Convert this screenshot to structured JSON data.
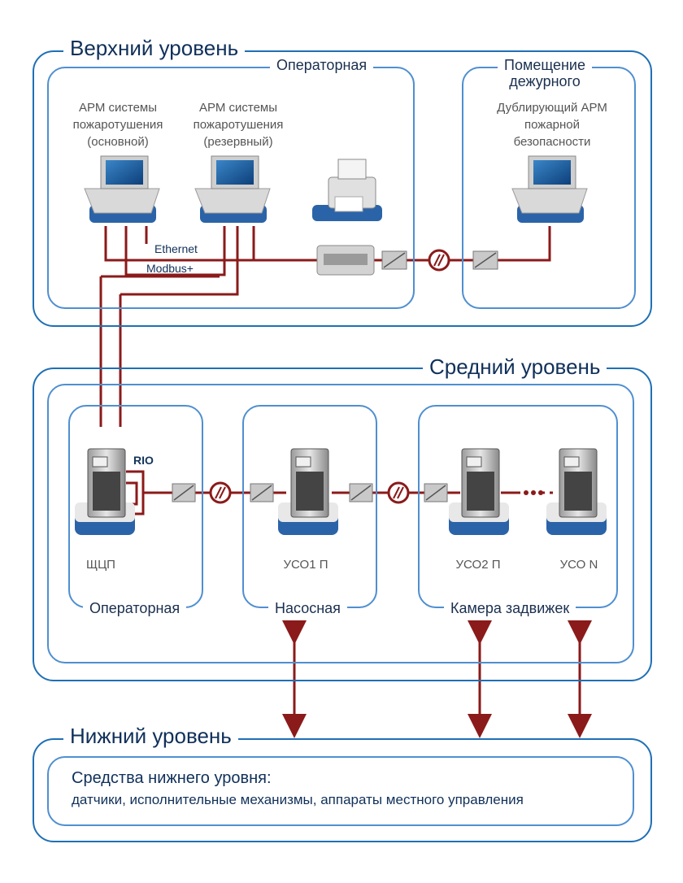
{
  "levels": {
    "upper": {
      "title": "Верхний уровень"
    },
    "middle": {
      "title": "Средний уровень"
    },
    "lower": {
      "title": "Нижний уровень"
    }
  },
  "upper_rooms": {
    "operator": {
      "title": "Операторная"
    },
    "duty": {
      "title_line1": "Помещение",
      "title_line2": "дежурного"
    }
  },
  "upper_devices": {
    "arm_main": {
      "line1": "АРМ системы",
      "line2": "пожаротушения",
      "line3": "(основной)"
    },
    "arm_reserve": {
      "line1": "АРМ системы",
      "line2": "пожаротушения",
      "line3": "(резервный)"
    },
    "arm_duty": {
      "line1": "Дублирующий АРМ",
      "line2": "пожарной",
      "line3": "безопасности"
    }
  },
  "networks": {
    "ethernet": "Ethernet",
    "modbus": "Modbus+",
    "rio": "RIO"
  },
  "middle_rooms": {
    "operator": {
      "title": "Операторная",
      "device": "ЩЦП"
    },
    "pump": {
      "title": "Насосная",
      "device": "УСО1 П"
    },
    "valves": {
      "title": "Камера задвижек",
      "device1": "УСО2 П",
      "device2": "УСО N"
    }
  },
  "lower": {
    "heading": "Средства нижнего уровня:",
    "description": "датчики, исполнительные механизмы, аппараты местного управления"
  },
  "colors": {
    "frame": "#1f6fb5",
    "wire": "#8b1a1a",
    "text": "#10305a"
  }
}
